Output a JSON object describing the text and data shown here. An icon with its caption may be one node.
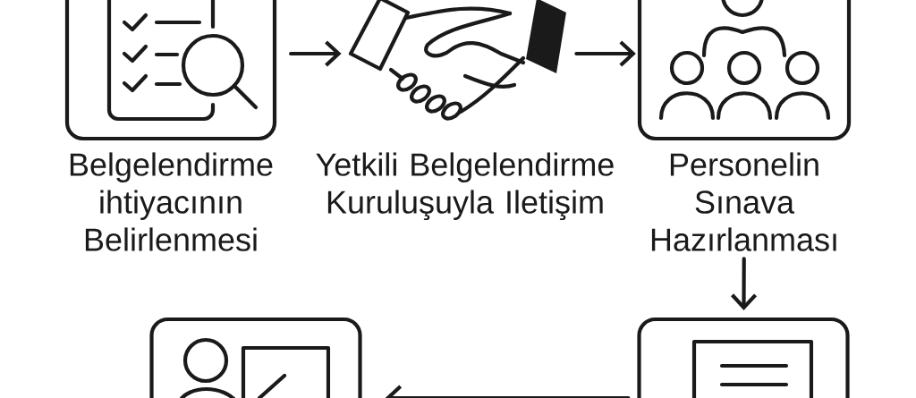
{
  "diagram": {
    "nodes": [
      {
        "text": [
          "Belgelendirme ihtiyacının Belirlenmesi"
        ]
      },
      {
        "text": [
          "Yetkili Belgelendirme Kuruluşuyla Iletişim"
        ]
      },
      {
        "text": [
          "Personelin Sınava Hazırlanması"
        ]
      },
      {
        "text": [],
        "shape": "box"
      },
      {
        "text": [],
        "shape": "box"
      }
    ],
    "edges": [
      {
        "from": 0,
        "to": 1,
        "arrow": "to"
      },
      {
        "from": 1,
        "to": 2,
        "arrow": "to"
      },
      {
        "from": 2,
        "to": 4,
        "arrow": "to"
      },
      {
        "from": 4,
        "to": 3,
        "arrow": "to"
      }
    ]
  }
}
